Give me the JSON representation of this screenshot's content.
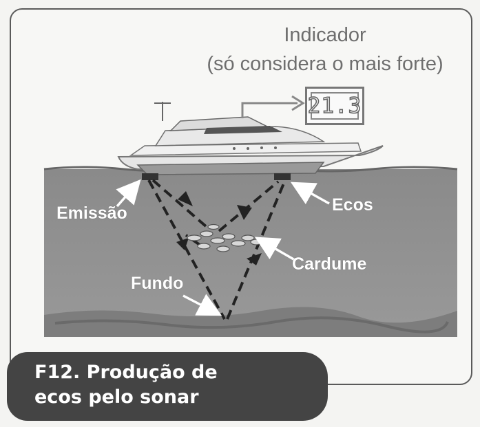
{
  "indicator": {
    "title_line1": "Indicador",
    "title_line2": "(só considera o mais forte)",
    "display_value": "21.3"
  },
  "labels": {
    "emission": "Emissão",
    "echoes": "Ecos",
    "school": "Cardume",
    "bottom": "Fundo"
  },
  "caption": {
    "line1": "F12. Produção de",
    "line2": "ecos pelo sonar"
  }
}
